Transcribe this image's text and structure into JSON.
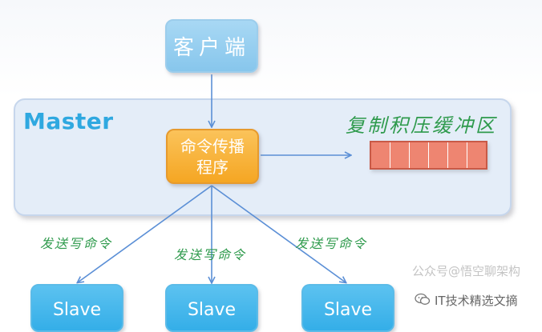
{
  "master": {
    "title": "Master"
  },
  "client": {
    "label": "客户端"
  },
  "propagator": {
    "line1": "命令传播",
    "line2": "程序"
  },
  "backlog": {
    "label": "复制积压缓冲区",
    "cells": 6
  },
  "commands": [
    {
      "label": "发送写命令"
    },
    {
      "label": "发送写命令"
    },
    {
      "label": "发送写命令"
    }
  ],
  "slaves": [
    {
      "label": "Slave"
    },
    {
      "label": "Slave"
    },
    {
      "label": "Slave"
    }
  ],
  "watermark": {
    "account": "公众号@悟空聊架构",
    "credit": "IT技术精选文摘"
  },
  "icons": {
    "wechat": "wechat-icon"
  },
  "colors": {
    "arrow": "#5b8fd6",
    "green_text": "#2e9a4c",
    "buffer": "#ee8571"
  }
}
